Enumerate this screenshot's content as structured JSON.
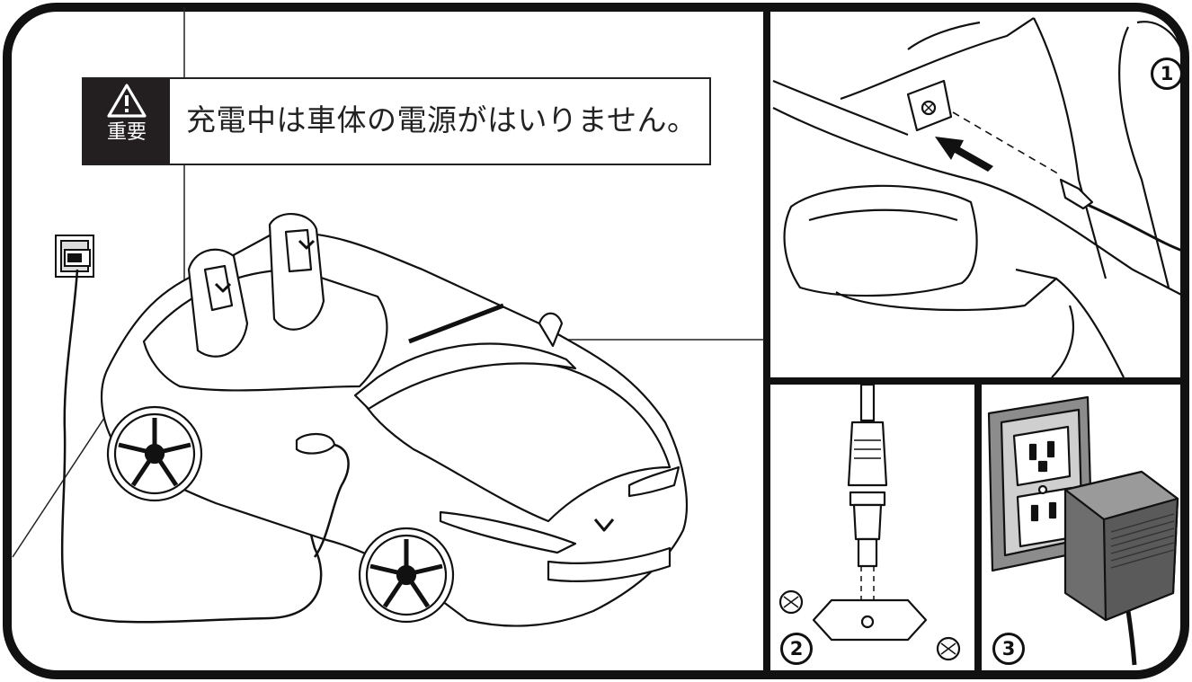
{
  "notice": {
    "badge_label": "重要",
    "text": "充電中は車体の電源がはいりません。"
  },
  "steps": {
    "one": "1",
    "two": "2",
    "three": "3"
  },
  "colors": {
    "ink": "#111111",
    "badge_background": "#231f20",
    "adapter_gray": "#6e6e6e",
    "plate_gray": "#8c8c8c"
  },
  "icons": {
    "warning": "warning-triangle-icon",
    "arrow": "insert-arrow-icon"
  }
}
